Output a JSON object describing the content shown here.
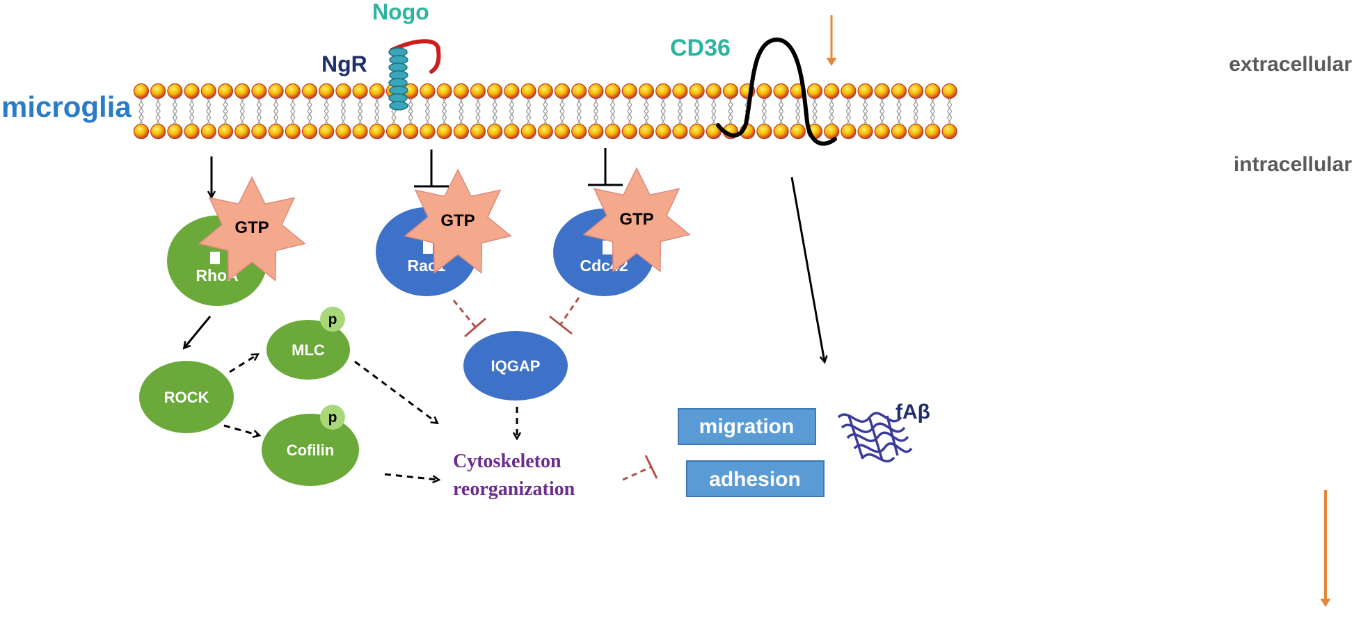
{
  "labels": {
    "nogo": "Nogo",
    "ngr": "NgR",
    "cd36": "CD36",
    "microglia": "microglia",
    "extracellular": "extracellular",
    "intracellular": "intracellular",
    "fabeta": "fAβ",
    "cytoskeleton_line1": "Cytoskeleton",
    "cytoskeleton_line2": "reorganization"
  },
  "nodes": {
    "rhoa": "RhoA",
    "rac1": "Rac1",
    "cdc42": "Cdc42",
    "gtp_rhoa": "GTP",
    "gtp_rac1": "GTP",
    "gtp_cdc42": "GTP",
    "rock": "ROCK",
    "mlc": "MLC",
    "cofilin": "Cofilin",
    "iqgap": "IQGAP",
    "p_mlc": "p",
    "p_cofilin": "p"
  },
  "boxes": {
    "migration": "migration",
    "adhesion": "adhesion"
  },
  "colors": {
    "green_protein": "#6aa93a",
    "blue_protein": "#3e72c8",
    "gtp_star": "#f4a98c",
    "box_fill": "#5b9bd5",
    "teal_text": "#2bb5a0",
    "navy_text": "#1f2f6b",
    "microglia_text": "#2a7bc8",
    "gray_text": "#5a5a5a",
    "purple_text": "#6b2c8c",
    "orange_arrow": "#e3873a",
    "dashed_inhibit": "#b5504a",
    "lipid_head": "#f5b800",
    "lipid_edge": "#c0392b",
    "fab_color": "#3b3b9c"
  }
}
